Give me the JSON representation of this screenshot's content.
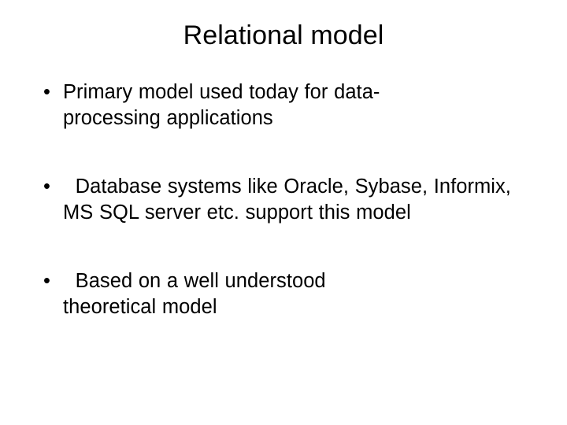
{
  "slide": {
    "background_color": "#ffffff",
    "text_color": "#000000",
    "title": "Relational model",
    "bullet_marker": "•",
    "bullets": [
      {
        "id": "bullet-1",
        "marker": "•",
        "text": "Primary model used today for data-processing applications",
        "leading_space": false
      },
      {
        "id": "bullet-2",
        "marker": "•",
        "text": " Database systems like Oracle, Sybase, Informix, MS SQL server etc. support this model",
        "leading_space": true
      },
      {
        "id": "bullet-3",
        "marker": "•",
        "text": " Based on a well understood theoretical model",
        "leading_space": true
      }
    ]
  }
}
